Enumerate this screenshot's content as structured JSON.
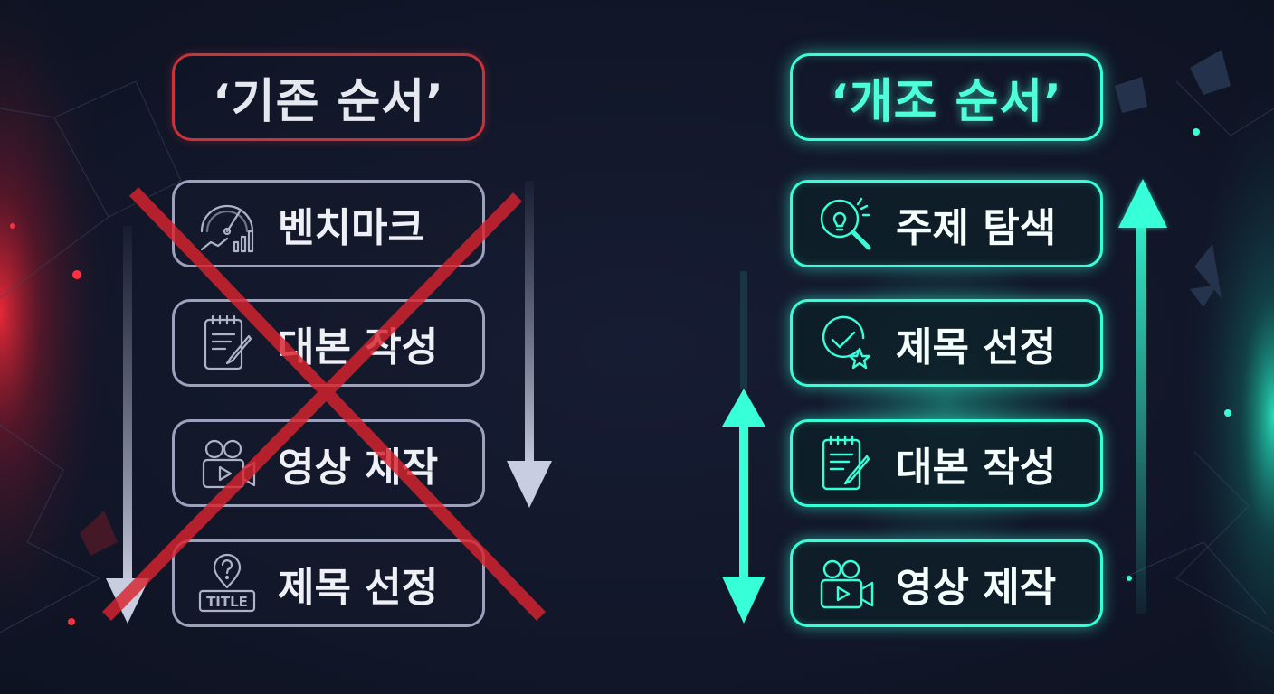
{
  "old_flow": {
    "title": "‘기존 순서’",
    "steps": [
      {
        "label": "벤치마크",
        "icon": "speedometer-chart-icon"
      },
      {
        "label": "대본 작성",
        "icon": "notepad-pen-icon"
      },
      {
        "label": "영상 제작",
        "icon": "video-camera-icon"
      },
      {
        "label": "제목 선정",
        "icon": "title-question-icon"
      }
    ],
    "crossed_out": true,
    "accent_color": "#c8343a"
  },
  "new_flow": {
    "title": "‘개조 순서’",
    "steps": [
      {
        "label": "주제 탐색",
        "icon": "magnifier-lightbulb-icon"
      },
      {
        "label": "제목 선정",
        "icon": "check-star-icon"
      },
      {
        "label": "대본 작성",
        "icon": "notepad-pen-icon"
      },
      {
        "label": "영상 제작",
        "icon": "video-camera-icon"
      }
    ],
    "accent_color": "#37ffd8"
  }
}
